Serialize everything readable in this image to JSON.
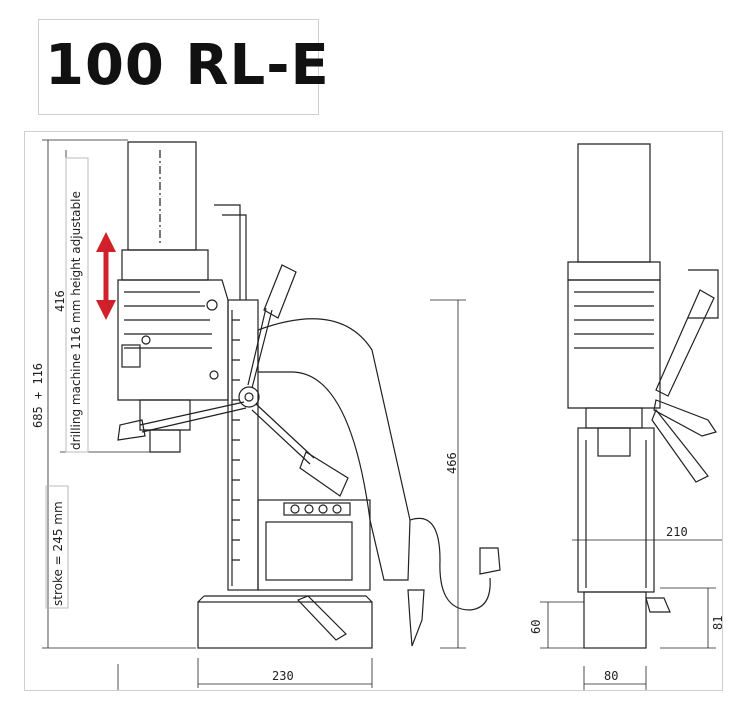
{
  "title": "100 RL-E",
  "labels": {
    "height_adjust": "drilling machine 116 mm height adjustable",
    "stroke": "stroke = 245 mm"
  },
  "dimensions": {
    "total_height": "685 + 116",
    "drill_height": "416",
    "base_to_top_side": "466",
    "base_width": "230",
    "side_width": "210",
    "side_base_width": "80",
    "base_height_left": "60",
    "base_height_right": "81"
  },
  "colors": {
    "arrow": "#d0202a",
    "line": "#222222"
  }
}
